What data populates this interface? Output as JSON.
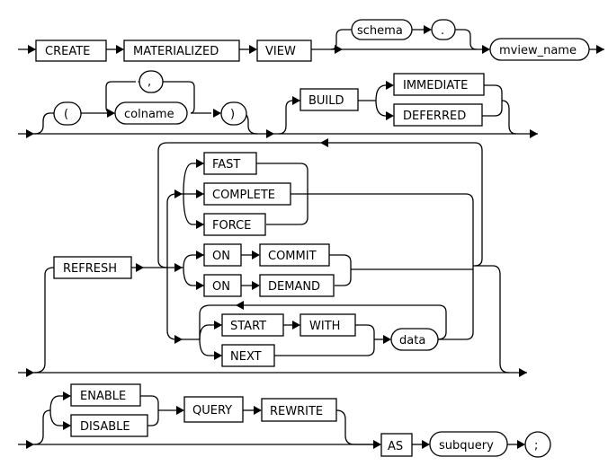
{
  "diagram": {
    "title": "CREATE MATERIALIZED VIEW syntax diagram",
    "colors": {
      "line": "#000000",
      "background": "#ffffff",
      "box_fill": "#ffffff"
    },
    "keywords": {
      "create": "CREATE",
      "materialized": "MATERIALIZED",
      "view": "VIEW",
      "build": "BUILD",
      "immediate": "IMMEDIATE",
      "deferred": "DEFERRED",
      "refresh": "REFRESH",
      "fast": "FAST",
      "complete": "COMPLETE",
      "force": "FORCE",
      "on_commit_on": "ON",
      "commit": "COMMIT",
      "on_demand_on": "ON",
      "demand": "DEMAND",
      "start": "START",
      "with": "WITH",
      "next": "NEXT",
      "enable": "ENABLE",
      "disable": "DISABLE",
      "query": "QUERY",
      "rewrite": "REWRITE",
      "as": "AS"
    },
    "terminals": {
      "schema": "schema",
      "dot": ".",
      "mview_name": "mview_name",
      "lparen": "(",
      "comma": ",",
      "colname": "colname",
      "rparen": ")",
      "data": "data",
      "subquery": "subquery",
      "semicolon": ";"
    }
  }
}
